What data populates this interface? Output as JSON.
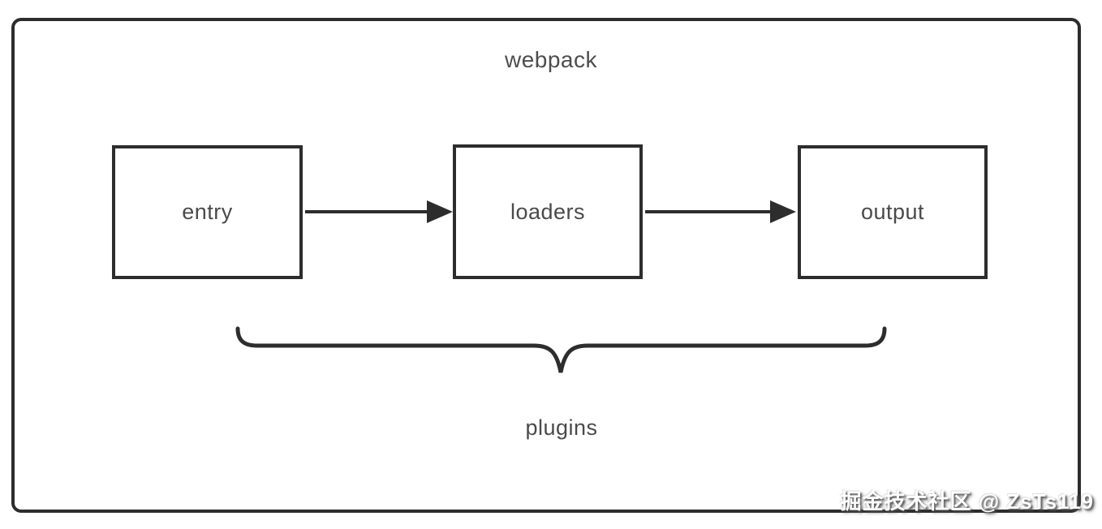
{
  "diagram": {
    "title": "webpack",
    "nodes": [
      {
        "id": "entry",
        "label": "entry"
      },
      {
        "id": "loaders",
        "label": "loaders"
      },
      {
        "id": "output",
        "label": "output"
      }
    ],
    "edges": [
      {
        "from": "entry",
        "to": "loaders",
        "style": "solid-arrow"
      },
      {
        "from": "loaders",
        "to": "output",
        "style": "solid-arrow"
      }
    ],
    "brace": {
      "label": "plugins",
      "spans": [
        "entry",
        "loaders",
        "output"
      ]
    },
    "colors": {
      "line": "#2d2d2d",
      "text": "#4a4a4a",
      "background": "#ffffff"
    }
  },
  "watermark": {
    "text": "掘金技术社区 @ ZsTs119"
  }
}
